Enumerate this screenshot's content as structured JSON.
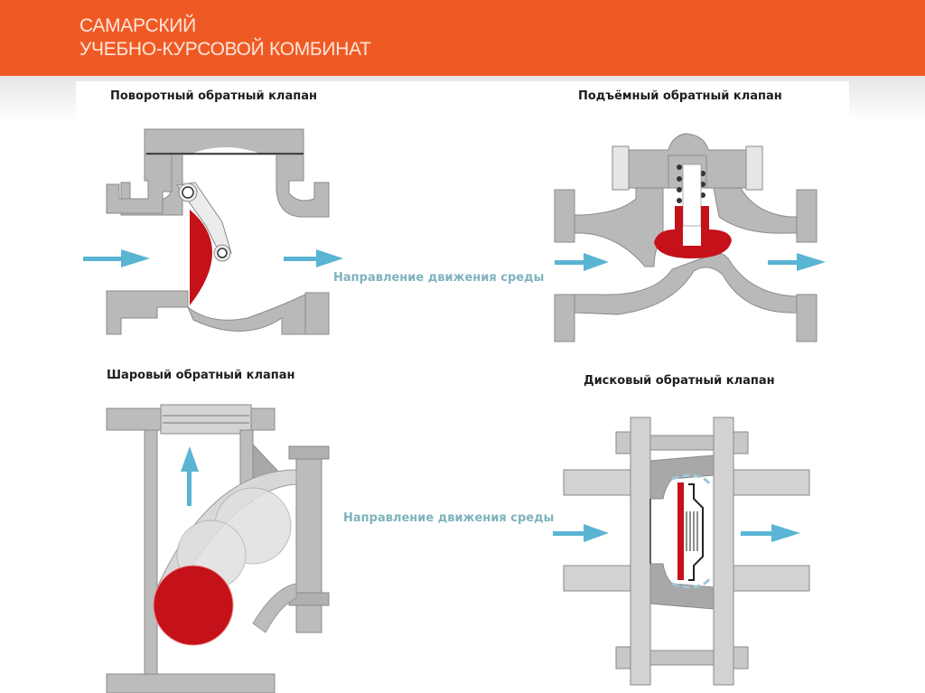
{
  "header": {
    "title_line1": "САМАРСКИЙ",
    "title_line2": "УЧЕБНО-КУРСОВОЙ КОМБИНАТ",
    "background_color": "#ef5a24"
  },
  "diagrams": [
    {
      "id": "swing",
      "title": "Поворотный обратный клапан",
      "valve_type": "swing check valve"
    },
    {
      "id": "lift",
      "title": "Подъёмный обратный клапан",
      "valve_type": "lift check valve"
    },
    {
      "id": "ball",
      "title": "Шаровый обратный клапан",
      "valve_type": "ball check valve"
    },
    {
      "id": "disc",
      "title": "Дисковый обратный клапан",
      "valve_type": "disc check valve"
    }
  ],
  "flow_labels": {
    "top": "Направление движения среды",
    "bottom": "Направление движения среды"
  },
  "colors": {
    "valve_body": "#b8b8b8",
    "valve_body_outline": "#8c8c8c",
    "closing_element": "#c4111a",
    "flow_arrow": "#5ab4d3",
    "flow_label": "#7fb3bd"
  }
}
